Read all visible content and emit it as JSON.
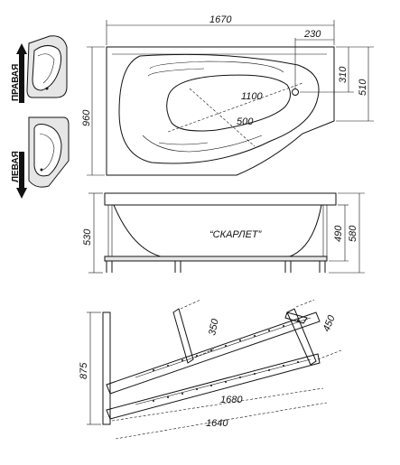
{
  "orientation": {
    "right": "ПРАВАЯ",
    "left": "ЛЕВАЯ"
  },
  "model": "“СКАРЛЕТ”",
  "top_view": {
    "length": "1670",
    "depth": "960",
    "outlet_offset": "230",
    "outlet_from_edge": "310",
    "narrow_end": "510",
    "diag_long": "1100",
    "diag_short": "500"
  },
  "side_view": {
    "height_total": "530",
    "height_tub": "490",
    "height_max": "580"
  },
  "frame_view": {
    "height": "875",
    "cross_a": "350",
    "cross_b": "450",
    "rail_long": "1680",
    "rail_short": "1640"
  },
  "colors": {
    "line": "#111111",
    "fill_light": "#e6e6e6",
    "background": "#ffffff"
  }
}
